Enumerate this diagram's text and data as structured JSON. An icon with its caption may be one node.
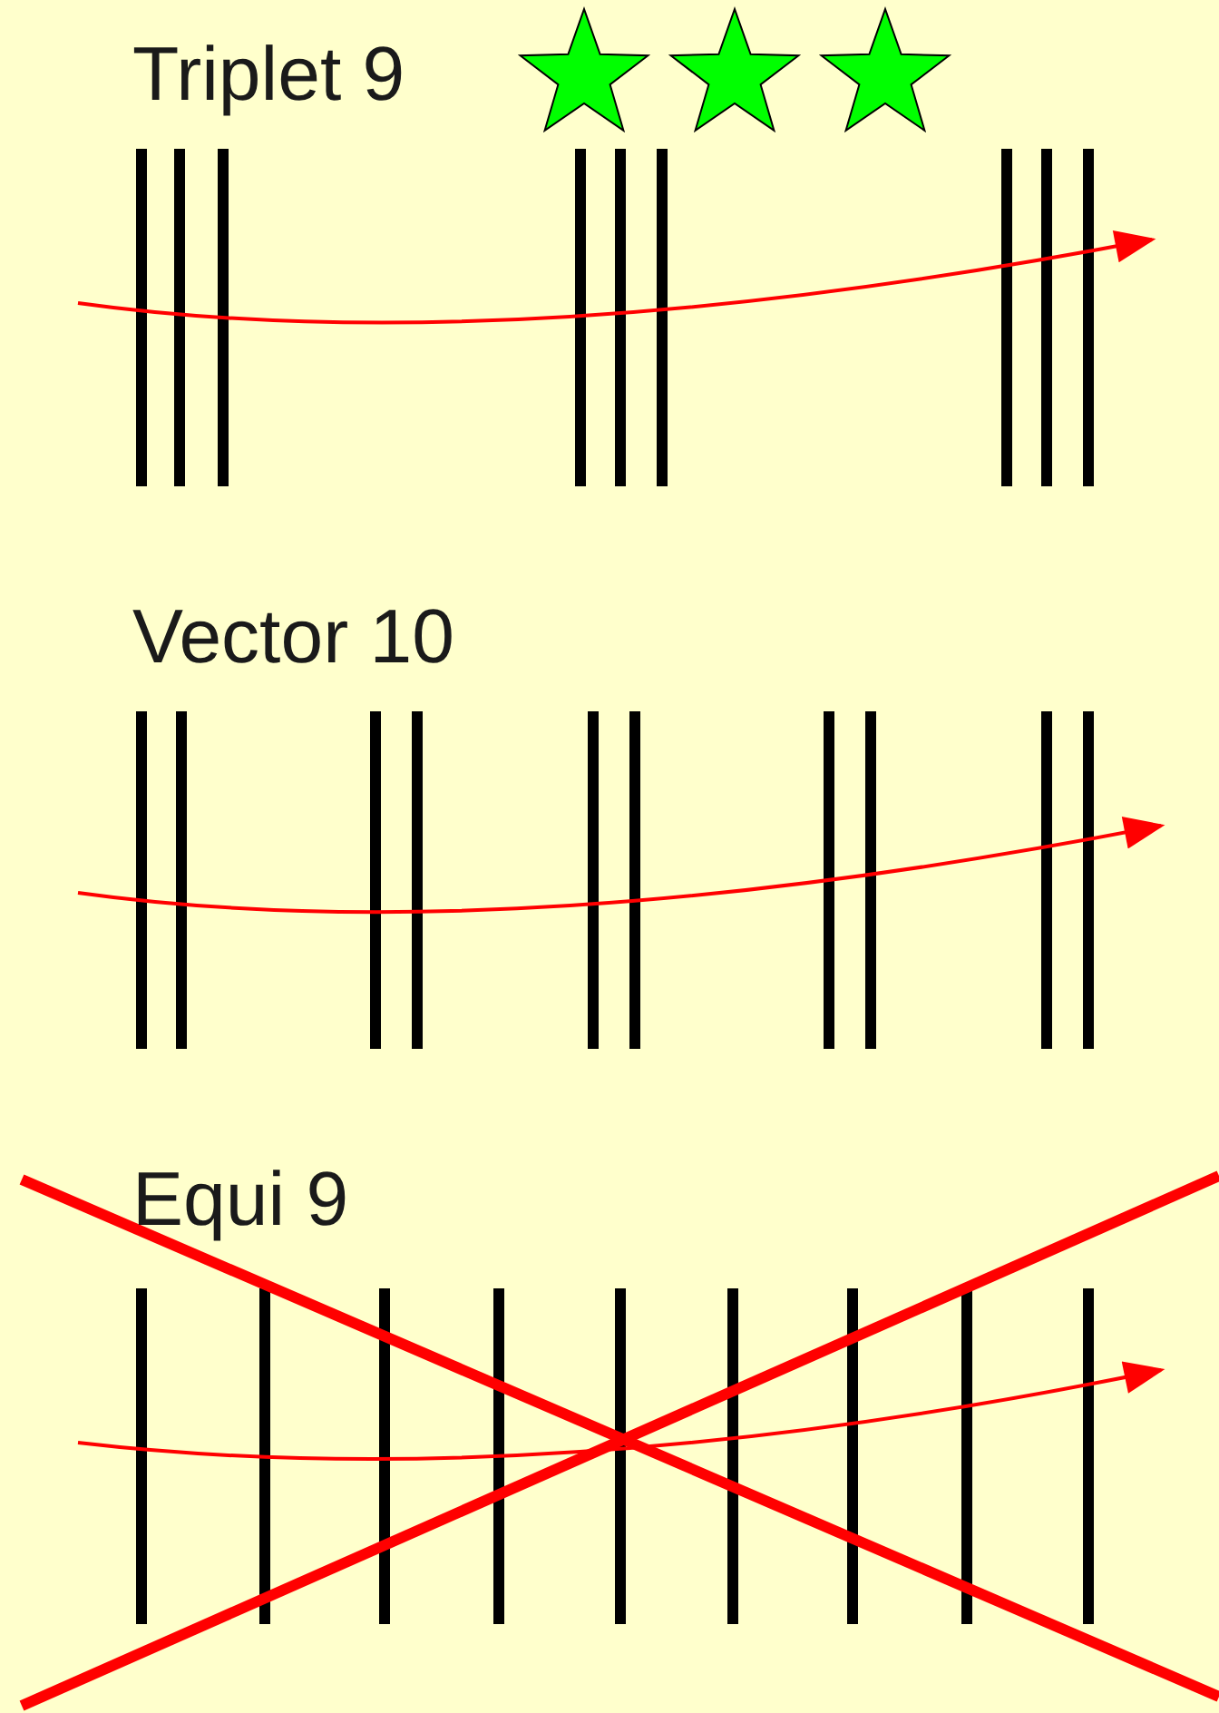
{
  "diagram": {
    "labels": [
      "Triplet 9",
      "Vector 10",
      "Equi 9"
    ]
  }
}
